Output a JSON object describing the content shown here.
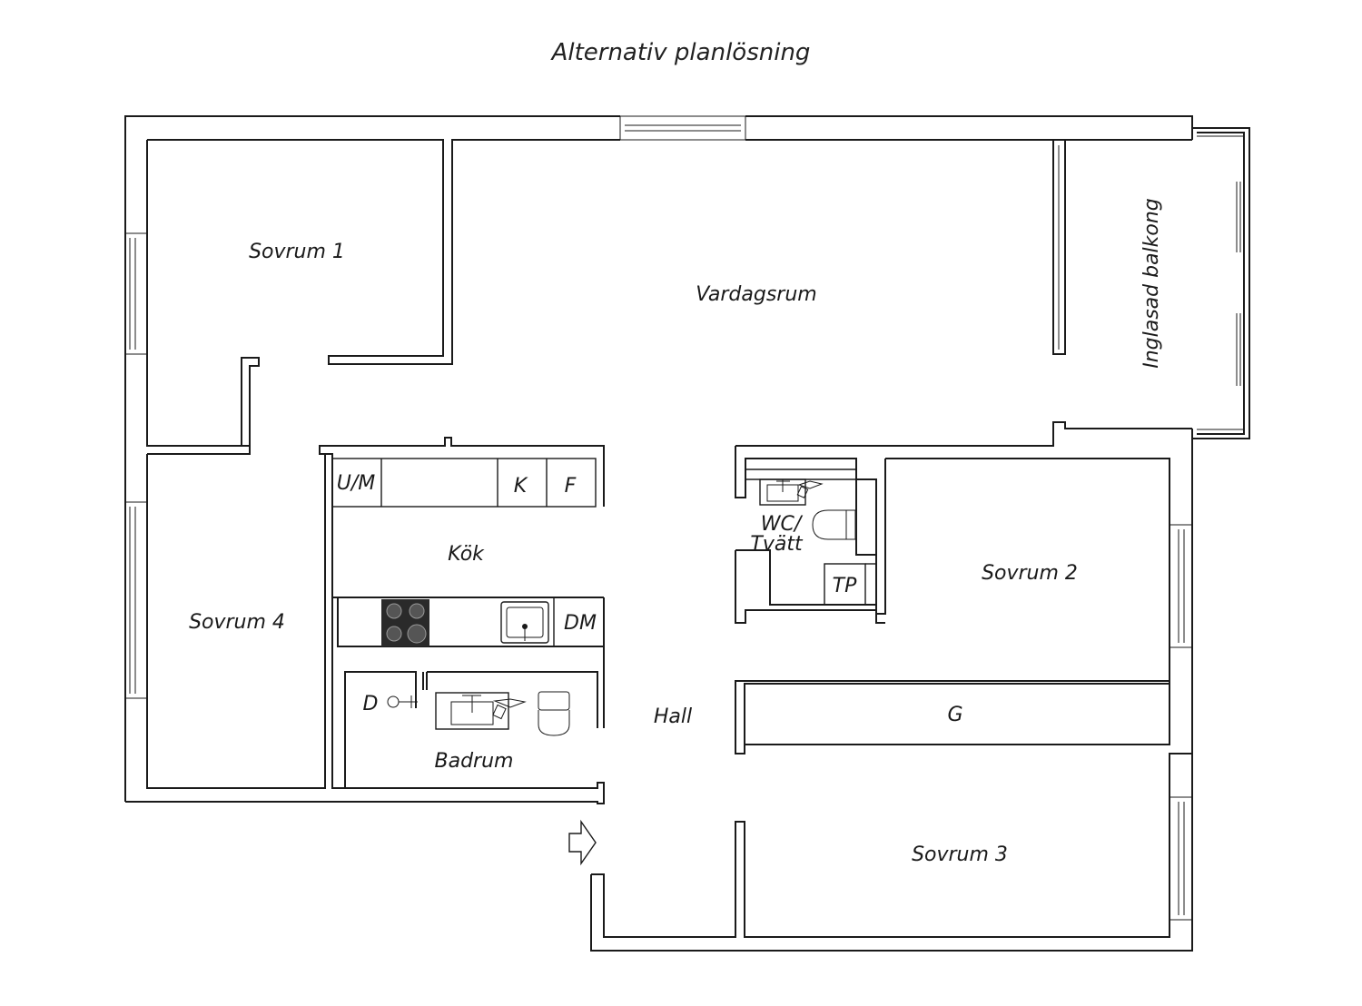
{
  "title": "Alternativ planlösning",
  "rooms": {
    "sovrum1": "Sovrum 1",
    "vardagsrum": "Vardagsrum",
    "balkong": "Inglasad balkong",
    "sovrum4": "Sovrum 4",
    "kok": "Kök",
    "wc_line1": "WC/",
    "wc_line2": "Tvätt",
    "sovrum2": "Sovrum 2",
    "hall": "Hall",
    "g": "G",
    "badrum": "Badrum",
    "sovrum3": "Sovrum 3"
  },
  "fixtures": {
    "um": "U/M",
    "k": "K",
    "f": "F",
    "dm": "DM",
    "tp": "TP",
    "d": "D"
  },
  "icons": {
    "entrance": "entrance-arrow-icon",
    "stove": "stove-icon",
    "sink": "sink-icon",
    "toilet": "toilet-icon",
    "shower": "shower-icon"
  }
}
